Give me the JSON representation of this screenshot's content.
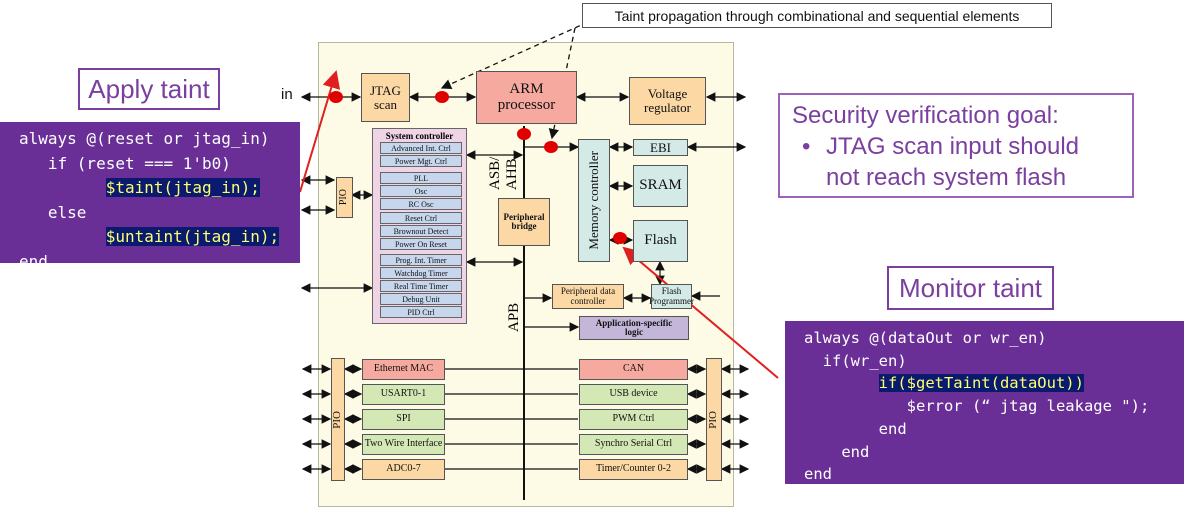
{
  "callouts": {
    "apply_taint": "Apply taint",
    "monitor_taint": "Monitor taint",
    "top_note": "Taint propagation through combinational and sequential elements"
  },
  "goal": {
    "heading": "Security verification goal:",
    "bullet": "•",
    "line1": "JTAG scan input should",
    "line2": "not reach system flash"
  },
  "apply_code": {
    "l1": "always @(reset or jtag_in)",
    "l2": "   if (reset === 1'b0)",
    "l3a": "         ",
    "l3": "$taint(jtag_in);",
    "l4": "   else",
    "l5a": "         ",
    "l5": "$untaint(jtag_in);",
    "l6": "end"
  },
  "monitor_code": {
    "l1": "always @(dataOut or wr_en)",
    "l2": "  if(wr_en)",
    "l3a": "        ",
    "l3": "if($getTaint(dataOut))",
    "l4": "           $error (“ jtag leakage \");",
    "l5": "        end",
    "l6": "    end",
    "l7": "end"
  },
  "diagram": {
    "in_label": "in",
    "jtag": "JTAG scan",
    "arm": "ARM processor",
    "voltage": "Voltage regulator",
    "system_controller": "System controller",
    "sys_items": [
      "Advanced Int. Ctrl",
      "Power Mgt. Ctrl",
      "PLL",
      "Osc",
      "RC Osc",
      "Reset Ctrl",
      "Brownout Detect",
      "Power On Reset",
      "Prog. Int. Timer",
      "Watchdog Timer",
      "Real Time Timer",
      "Debug Unit",
      "PID Ctrl"
    ],
    "pio": "PIO",
    "asb": "ASB/ AHB",
    "apb": "APB",
    "peripheral_bridge": "Peripheral bridge",
    "memory_controller": "Memory controller",
    "ebi": "EBI",
    "sram": "SRAM",
    "flash": "Flash",
    "peripheral_data_controller": "Peripheral data controller",
    "flash_programmer": "Flash Programmer",
    "app_logic": "Application-specific logic",
    "left_periph": [
      "Ethernet MAC",
      "USART0-1",
      "SPI",
      "Two Wire Interface",
      "ADC0-7"
    ],
    "right_periph": [
      "CAN",
      "USB device",
      "PWM Ctrl",
      "Synchro Serial Ctrl",
      "Timer/Counter 0-2"
    ]
  },
  "colors": {
    "accent": "#7b3fa0",
    "code_bg": "#6a2f96",
    "highlight": "#0a1a6e",
    "taint_dot": "#e00000",
    "arrow_red": "#e02020"
  }
}
